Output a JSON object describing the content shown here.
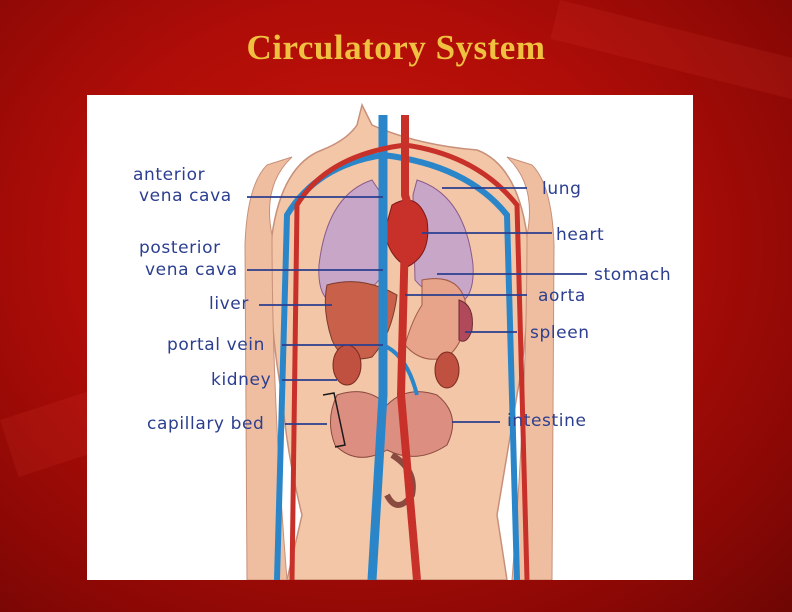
{
  "slide": {
    "title": "Circulatory System"
  },
  "diagram": {
    "labels": {
      "anterior_vena_cava_line1": "anterior",
      "anterior_vena_cava_line2": "vena cava",
      "posterior_vena_cava_line1": "posterior",
      "posterior_vena_cava_line2": "vena cava",
      "liver": "liver",
      "portal_vein": "portal vein",
      "kidney": "kidney",
      "capillary_bed": "capillary bed",
      "lung": "lung",
      "heart": "heart",
      "stomach": "stomach",
      "aorta": "aorta",
      "spleen": "spleen",
      "intestine": "intestine"
    },
    "colors": {
      "vein": "#2a86c8",
      "artery": "#c8302a",
      "skin": "#f2c6a6",
      "label_text": "#2b3e8f",
      "title": "#f0c040"
    }
  }
}
